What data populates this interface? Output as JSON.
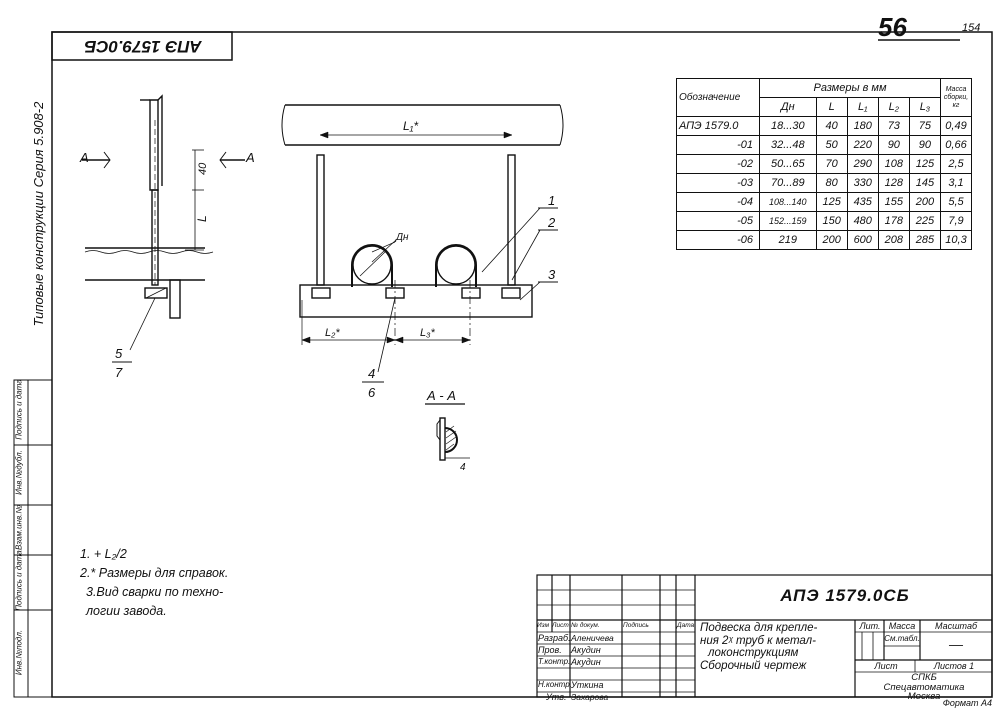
{
  "page_number": "56",
  "corner_number": "154",
  "top_code_mirrored": "АПЭ 1579.0СБ",
  "side_series": "Типовые конструкции  Серия 5.908-2",
  "side_labels": [
    "Инв.№подл.",
    "Подпись и дата",
    "Взам.инв.№",
    "Инв.№дубл.",
    "Подпись и дата"
  ],
  "drawing_labels": {
    "section_a_left": "А",
    "section_a_right": "А",
    "dim_40": "40",
    "dim_L": "L",
    "dim_L1": "L₁*",
    "dim_L2": "L₂*",
    "dim_L3": "L₃*",
    "dim_dn": "Дн",
    "callout_1": "1",
    "callout_2": "2",
    "callout_3": "3",
    "callout_4": "4",
    "callout_5": "5",
    "callout_6": "6",
    "callout_7": "7",
    "section_title": "А - А",
    "weld_4": "4"
  },
  "table": {
    "header_designation": "Обозначение",
    "header_sizes": "Размеры в мм",
    "header_mass": "Масса сборки, кг",
    "columns": [
      "Дн",
      "L",
      "L₁",
      "L₂",
      "L₃"
    ],
    "rows": [
      [
        "АПЭ 1579.0",
        "18...30",
        "40",
        "180",
        "73",
        "75",
        "0,49"
      ],
      [
        "-01",
        "32...48",
        "50",
        "220",
        "90",
        "90",
        "0,66"
      ],
      [
        "-02",
        "50...65",
        "70",
        "290",
        "108",
        "125",
        "2,5"
      ],
      [
        "-03",
        "70...89",
        "80",
        "330",
        "128",
        "145",
        "3,1"
      ],
      [
        "-04",
        "108...140",
        "125",
        "435",
        "155",
        "200",
        "5,5"
      ],
      [
        "-05",
        "152...159",
        "150",
        "480",
        "178",
        "225",
        "7,9"
      ],
      [
        "-06",
        "219",
        "200",
        "600",
        "208",
        "285",
        "10,3"
      ]
    ]
  },
  "notes": [
    "1. + L₂/2",
    "2.* Размеры для справок.",
    "3.Вид сварки по техно-",
    "логии завода."
  ],
  "title_block": {
    "code": "АПЭ 1579.0СБ",
    "title_line1": "Подвеска для крепле-",
    "title_line2": "ния 2ᵡ труб к метал-",
    "title_line3": "локонструкциям",
    "title_line4": "Сборочный чертеж",
    "col_headers": [
      "Изм",
      "Лист",
      "№ докум.",
      "Подпись",
      "Дата"
    ],
    "people": [
      {
        "role": "Разраб.",
        "name": "Аленичева"
      },
      {
        "role": "Пров.",
        "name": "Акудин"
      },
      {
        "role": "Т.контр.",
        "name": "Акудин"
      },
      {
        "role": "Н.контр.",
        "name": "Уткина"
      },
      {
        "role": "Утв.",
        "name": "Захарова"
      }
    ],
    "lit": "Лит.",
    "mass": "Масса",
    "scale": "Масштаб",
    "mass_value": "См.табл.",
    "scale_value": "—",
    "sheet": "Лист",
    "sheets": "Листов 1",
    "org_line1": "СПКБ",
    "org_line2": "Спецавтоматика",
    "org_line3": "Москва",
    "format": "Формат А4"
  }
}
